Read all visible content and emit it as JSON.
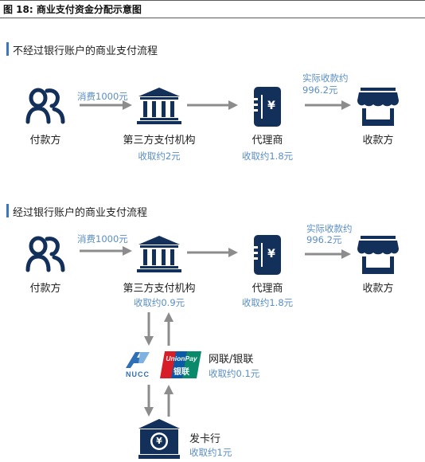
{
  "figure_title": "图 18: 商业支付资金分配示意图",
  "section1": {
    "title": "不经过银行账户的商业支付流程",
    "payer": "付款方",
    "consume": "消费1000元",
    "third_party": "第三方支付机构",
    "third_party_fee": "收取约2元",
    "agent": "代理商",
    "agent_fee": "收取约1.8元",
    "receive_label": "实际收款约",
    "receive_amount": "996.2元",
    "payee": "收款方"
  },
  "section2": {
    "title": "经过银行账户的商业支付流程",
    "payer": "付款方",
    "consume": "消费1000元",
    "third_party": "第三方支付机构",
    "third_party_fee": "收取约0.9元",
    "agent": "代理商",
    "agent_fee": "收取约1.8元",
    "receive_label": "实际收款约",
    "receive_amount": "996.2元",
    "payee": "收款方",
    "network": "网联/银联",
    "network_fee": "收取约0.1元",
    "nucc_logo_text": "NUCC",
    "unionpay_logo_text": "UnionPay",
    "unionpay_logo_cn": "银联",
    "issuer": "发卡行",
    "issuer_fee": "收取约1元",
    "issuer_icon_glyph": "¥"
  },
  "agent_icon_glyph": "¥",
  "colors": {
    "icon_navy": "#13305b",
    "arrow_gray": "#8c8c8c",
    "note_blue": "#5a8ec4",
    "section_bar": "#3b78b8",
    "unionpay_red": "#d71e28",
    "unionpay_blue": "#0a5aa8",
    "unionpay_green": "#0a8a6a",
    "nucc_blue": "#2f6fb5"
  }
}
